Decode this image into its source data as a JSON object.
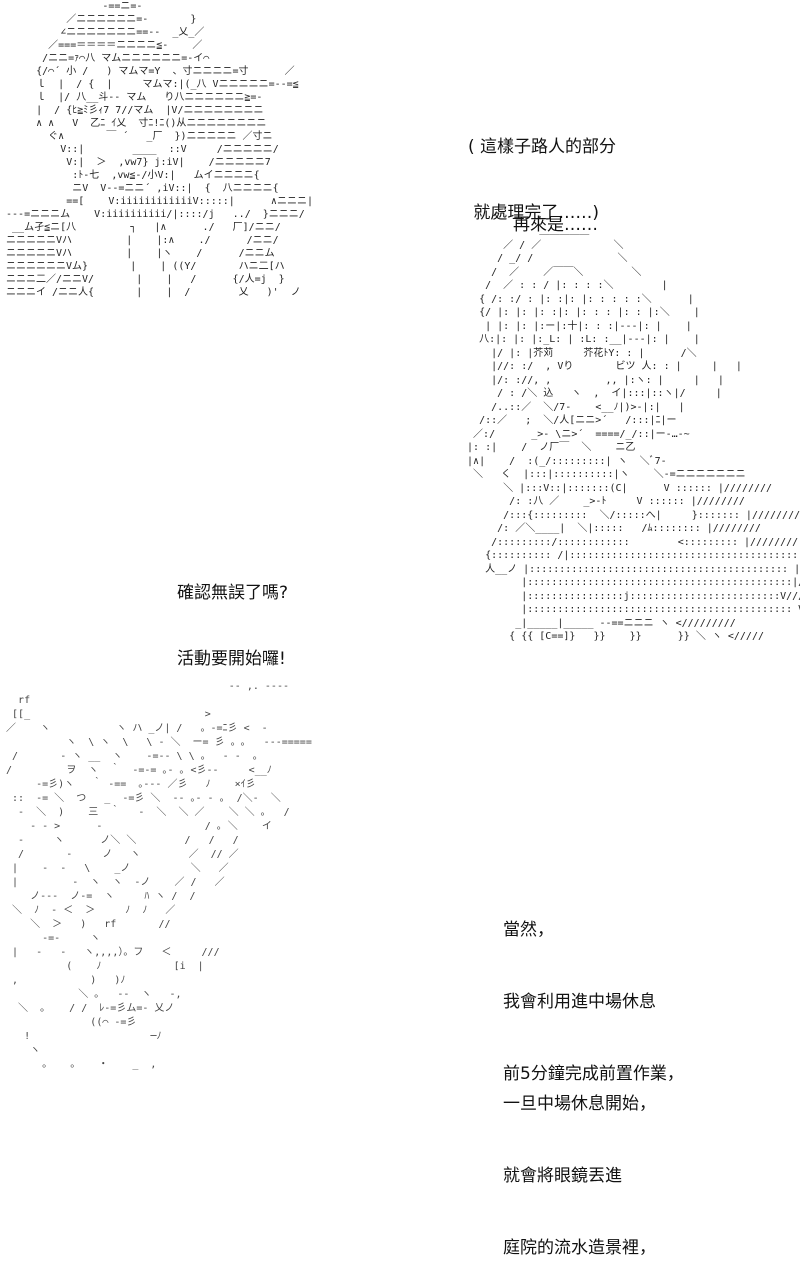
{
  "panels": {
    "narration_1": {
      "lines": [
        "( 這樣子路人的部分",
        " 就處理完了……)"
      ]
    },
    "narration_2": {
      "lines": [
        "再來是……"
      ]
    },
    "dialogue_confirm": {
      "lines": [
        "確認無誤了嗎?",
        "活動要開始囉!"
      ]
    },
    "narration_3": {
      "lines": [
        "當然，",
        "我會利用進中場休息",
        "前5分鐘完成前置作業，"
      ]
    },
    "narration_4": {
      "lines": [
        "一旦中場休息開始，",
        "就會將眼鏡丟進",
        "庭院的流水造景裡，"
      ]
    }
  },
  "art": {
    "face_text": "                 ‐==ニ=‐\n           ／ニニニニニニ=‐       }\n          ∠ニニニニニニニ==‐‐  _乂_／\n        ／===＝＝＝＝ニニニニ≦‐    ／\n       /ニニ=ｧ⌒八 マムニニニニニニ=‐イ⌒\n      {/⌒´ 小 /   ) マムマ=Y  、寸ニニニニ=寸      ／\n      ｌ  |  / {  |     マムマ:|(_八 Vニニニニニ=‐‐=≦\n      ｌ  |/ 八__斗‐‐ マム   り八ニニニニニニ≧=‐\n      |  / {ﾋ≧ﾐ彡ｨ7 7//マム  |V/ニニニニニニニニ\n      ∧ ∧   V  乙ﾆ ｲ乂  寸ﾆ!ﾆ()从ニニニニニニニニ\n        ぐ∧       ￣ ´   _厂  })ニニニニニ ／寸ニ\n          V::|        ____  ::V     /ニニニニニ/\n           V:|  ＞  ,vw7} j:iV|    /ニニニニニ7\n            :ﾄ‐七  ,vw≦‐/小V:|   ムイニニニニ{\n            ニV  V‐‐=ニニ´ ,iV::|  {  八ニニニニ{\n           ==[    V:iiiiiiiiiiiiV:::::|      ∧ニニニ|\n ‐‐‐=ニニニム    V:iiiiiiiiii/|::::/j   ../  }ニニニ/\n  __ム孑≦ニ[八         ┐   |∧      ./   厂]/ニニ/\n ニニニニニVハ         |    |:∧    ./      /ニニ/\n ニニニニニVハ         |    |ヽ    /      /ニニム\n ニニニニニニVム}       |    | ((Y/       ハニ二[ハ\n ニニニ二／/ニニV/       |    |   /      {/人=j  }\n ニニニイ /ニニ人{       |    |  /        乂   )'  ノ",
    "girl_text": "              ＿＿＿＿＿\n        ／ / ／            ＼\n       / _/ /              ＼\n      /  ／    ／￣￣＼        ＼\n     /  ／ : : / |: : : :＼        |\n    { /: :/ : |: :|: |: : : : :＼      |\n    {/ |: |: |: :|: |: : : |: : |:＼    |\n     | |: |: |:ー|:十|: : :|‐‐‐|: |    |\n    八:|: |: |:_L: | :L: :__|‐‐‐|: |    |\n      |/ |: |芥苅     芥花ﾄY: : |      /＼\n      |//: :/  , Vり       ビツ 人: : |     |   |\n      |/: ://, ,         ,, |:ヽ: |     |   |\n       / : /＼ 込   ヽ  ,  イ|:::|::ヽ|/     |\n      /..::／  ＼/7‐    <__ﾉ|)>‐|:|   |\n    /::／   ;  ＼/人[ニニ>´   /:::|ﾆ|ー\n   ／:/      _>‐ \\ニ>´  ====/_/::|ー‐…‐~\n  |: :|    /  ノ厂￣  ＼    ニ乙\n  |∧|    /  :(_/:::::::::| ヽ  ＼ﾞ7-\n   ＼   く  |:::|::::::::::|ヽ    ＼-=ニニニニニニニ\n        ＼ |:::V::|:::::::(C|      V :::::: |////////\n         /: :八 ／    _>‐ﾄ     V :::::: |////////\n        /:::{:::::::::  ＼/:::::へ|     }::::::: |////////\n       /: ／＼____|  ＼|:::::   /ﾑ:::::::: |////////\n      /:::::::::/::::::::::::        <::::::::: |////////\n     {:::::::::: /|:::::::::::::::::::::::::::::::::::::::|////////\n     人__ノ |::::::::::::::::::::::::::::::::::::::::::: |/////////\n           |::::::::::::::::::::::::::::::::::::::::::::|/////////\n           |::::::::::::::::j:::::::::::::::::::::::::V/////////\n           |:::::::::::::::::::::::::::::::::::::::::::: V////////\n          _|_____|_____ ‐‐==ニニニ ヽ </////////\n         { {{ [C==]}   }}    }}      }} ＼ ヽ </////",
    "splash_text": "                                      ‐‐ ,. ‐‐‐‐\n   rf\n  [[_                             >\n ／    ヽ           ヽ ハ _ノ| /   。‐=ﾆ彡 <  ‐\n           ヽ  \\ ヽ  \\   \\ ‐ ＼  ー= 彡 。｡   ‐‐‐=====\n  /       ‐ ヽ __  ヽ    ‐=‐‐ \\ \\ 。  ‐ ‐  ｡ \n /         ヲ  ヽ  ｀  ‐=‐= ｡‐ ｡ <彡‐‐     <__ﾉ   \n      ‐=彡)ヽ   ｀ ‐==  ｡‐‐‐ ／彡   ﾉ    ×ｲ彡\n  ::  ‐= ＼  つ   _  ‐=彡 ＼  ‐‐ ｡‐ ‐ ｡  /＼‐  ＼  \n   ‐  ＼  )    三  ｀   ‐  ＼  ＼ ／    ＼ ＼ ｡   /  \n     ‐ ‐ >      ‐                 / ｡ ＼    イ \n   ‐     ヽ      ノ＼ ＼        /   /   /  \n   /       ‐     ノ   ヽ        ／  // ／ \n  |    ‐  ‐   \\    _ノ          ＼   ／ \n  |         ‐  ヽ  ヽ  ‐ノ    ／ /   ／ \n     ノ‐‐‐  ノ‐=  ヽ     ﾊ ヽ /  /  \n  ＼  ﾉ  ‐ ＜  ＞     ﾉ  ﾉ   ／    \n     ＼  ＞   )   rf       //\n       ‐=‐     ヽ\n  |   ‐   ‐   ヽ,,,,）。フ   ＜     ///\n           (    ﾉ            [i  |\n  ,            )   )ﾉ   \n             ＼ ｡   ‐‐  ヽ   ‐,\n   ＼  ｡    / /  ﾚ‐=彡ム=‐ 乂ノ\n               ((⌒ ‐=彡\n    !                    ─ﾉ\n     ヽ\n       。   。   ・    _  ,"
  }
}
